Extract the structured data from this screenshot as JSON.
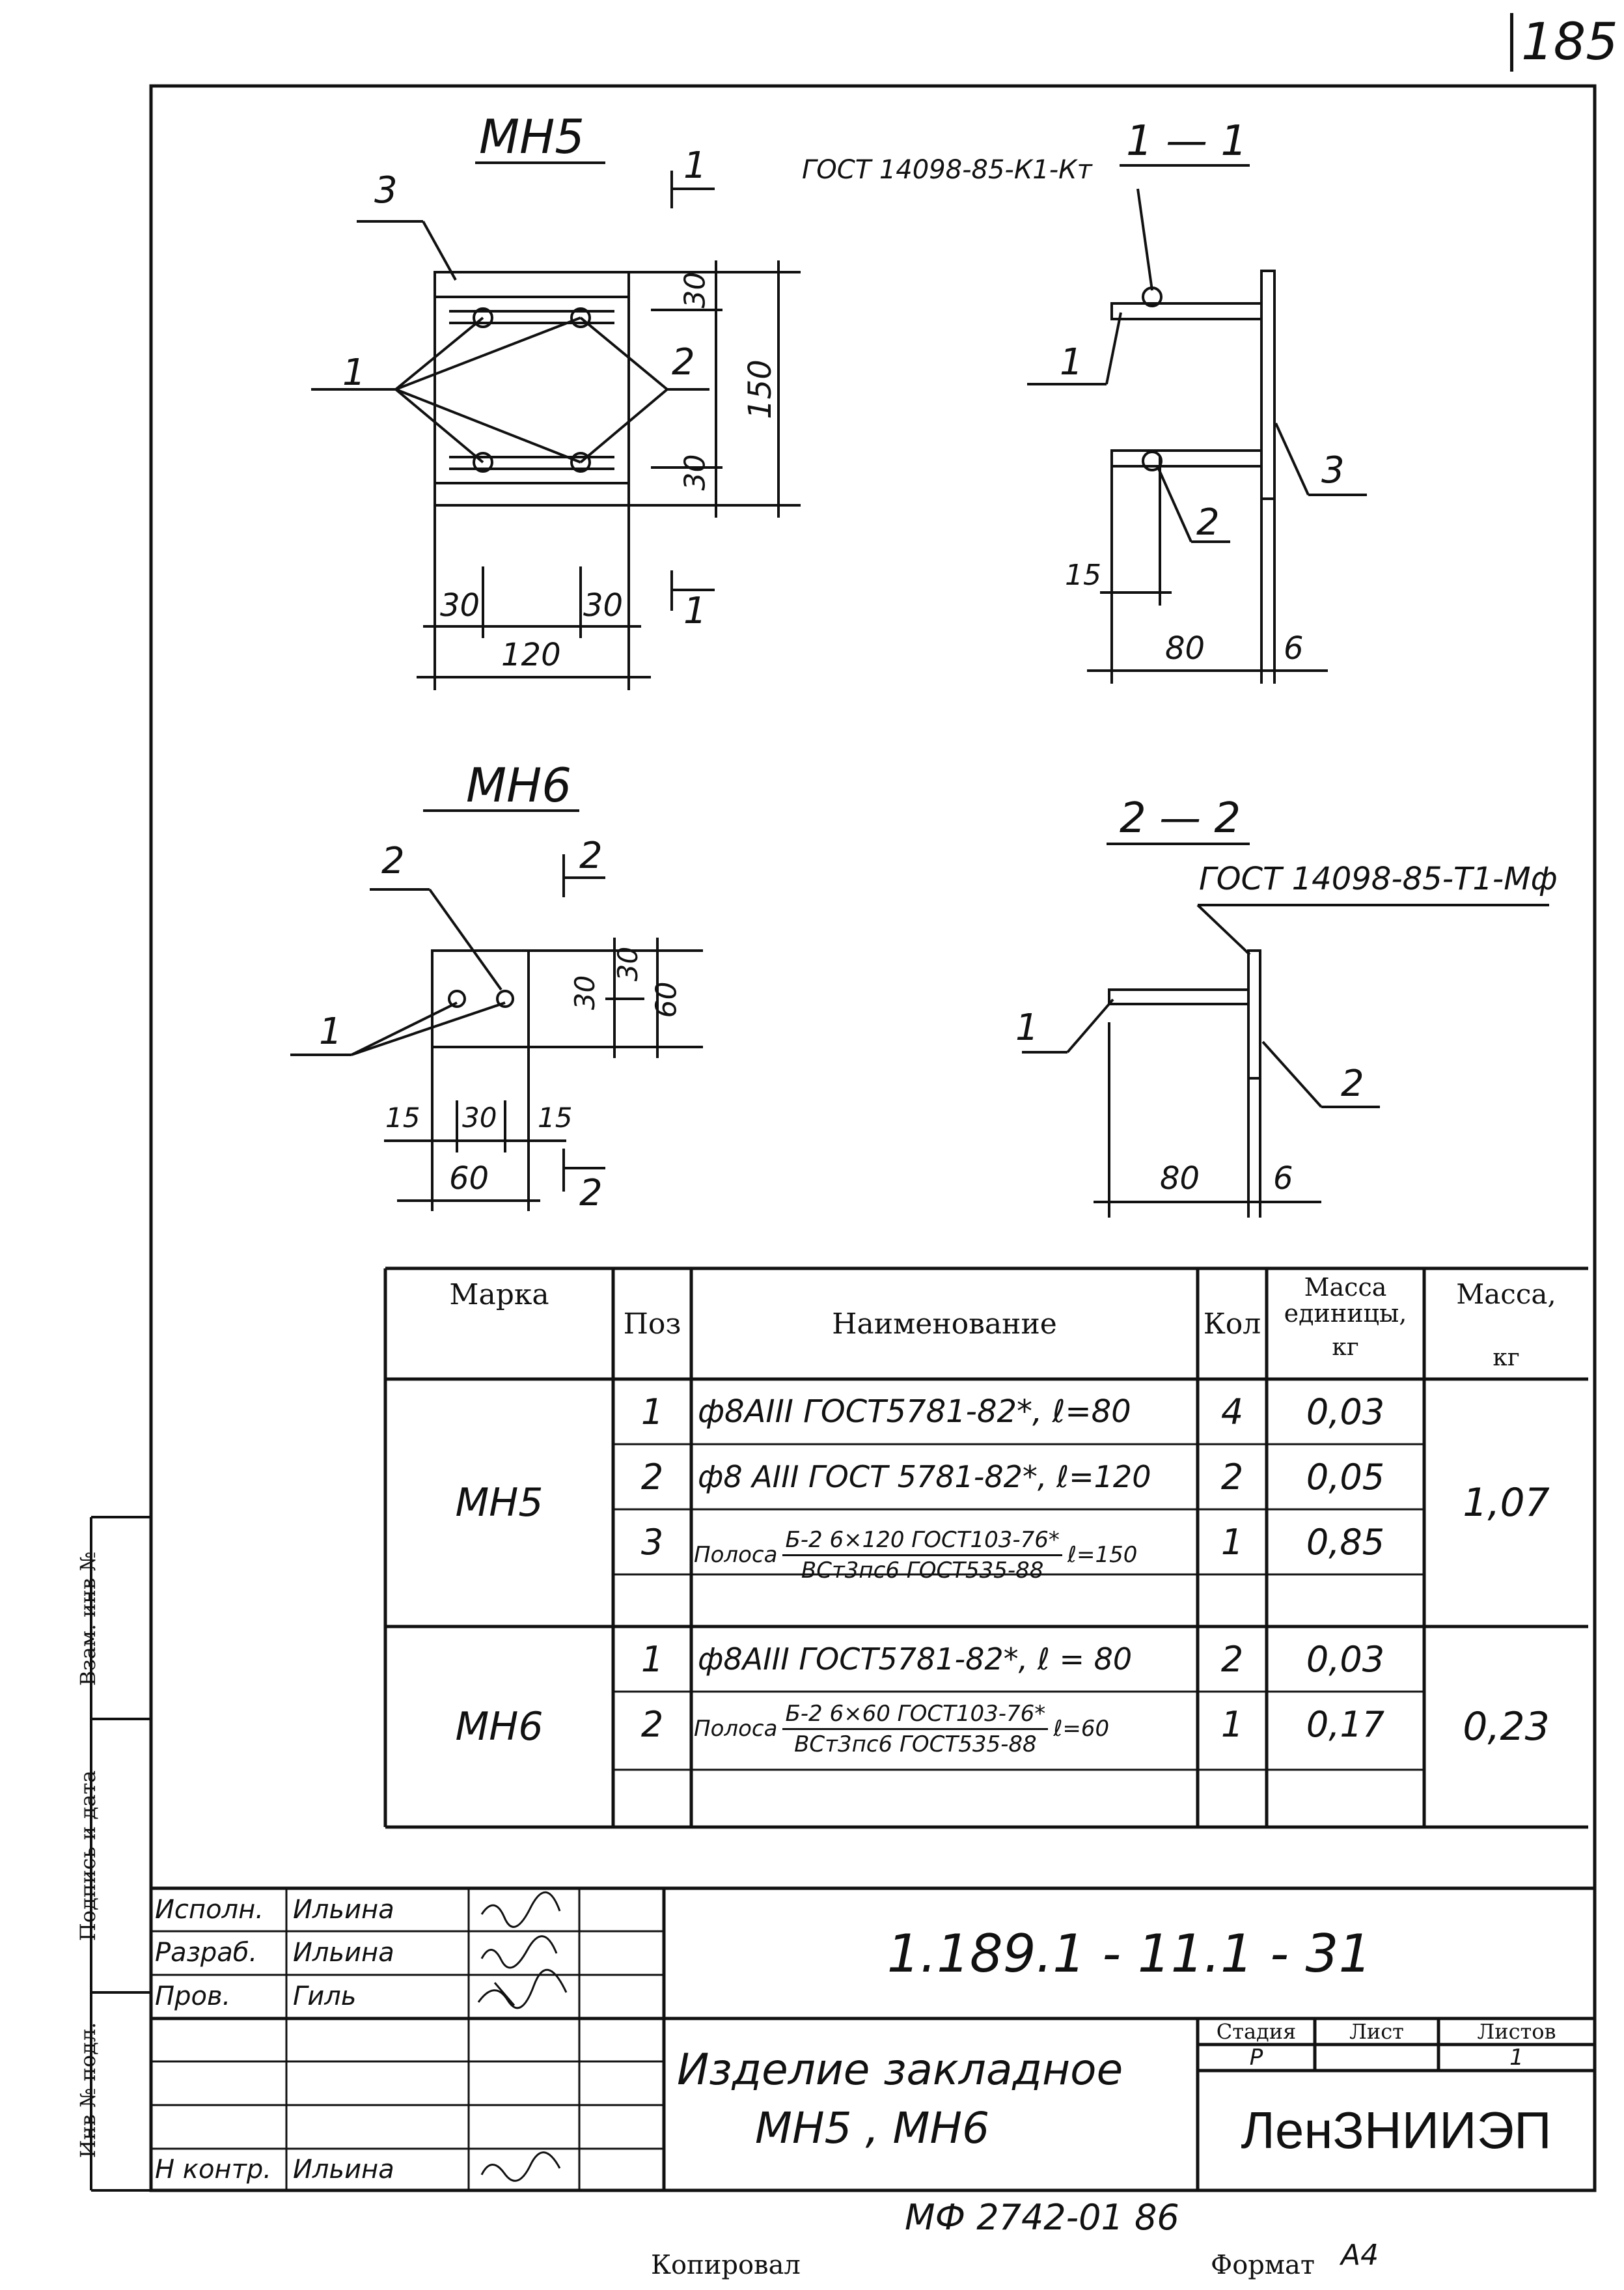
{
  "sheet_number": "185",
  "drawings": {
    "mn5_title": "МН5",
    "mn6_title": "МН6",
    "section_1_title": "1 — 1",
    "section_2_title": "2 — 2",
    "section_1_marker": "1",
    "section_2_marker": "2",
    "gost_weld_1": "ГОСТ 14098-85-К1-Кт",
    "gost_weld_2": "ГОСТ 14098-85-Т1-Мф",
    "pos_labels": [
      "1",
      "2",
      "3"
    ],
    "mn5_dims": {
      "d30": "30",
      "d150": "150",
      "d120": "120",
      "d15": "15",
      "d80": "80",
      "d6": "6"
    },
    "mn6_dims": {
      "d15": "15",
      "d30": "30",
      "d60": "60",
      "d80": "80",
      "d6": "6"
    }
  },
  "spec_table": {
    "headers": {
      "mark": "Марка",
      "pos": "Поз",
      "name": "Наименование",
      "qty": "Кол",
      "unit_mass": "Масса единицы,",
      "unit_mass_unit": "кг",
      "mass": "Масса,",
      "mass_unit": "кг"
    },
    "groups": [
      {
        "mark": "МН5",
        "total": "1,07",
        "rows": [
          {
            "pos": "1",
            "name": "ф8АIII ГОСТ5781-82*, ℓ=80",
            "qty": "4",
            "unit": "0,03"
          },
          {
            "pos": "2",
            "name": "ф8 АIII ГОСТ 5781-82*, ℓ=120",
            "qty": "2",
            "unit": "0,05"
          },
          {
            "pos": "3",
            "name_prefix": "Полоса",
            "name_num": "Б-2 6×120 ГОСТ103-76*",
            "name_den": "ВСт3пс6 ГОСТ535-88",
            "name_suffix": "ℓ=150",
            "qty": "1",
            "unit": "0,85"
          }
        ]
      },
      {
        "mark": "МН6",
        "total": "0,23",
        "rows": [
          {
            "pos": "1",
            "name": "ф8АIII ГОСТ5781-82*, ℓ = 80",
            "qty": "2",
            "unit": "0,03"
          },
          {
            "pos": "2",
            "name_prefix": "Полоса",
            "name_num": "Б-2 6×60 ГОСТ103-76*",
            "name_den": "ВСт3пс6 ГОСТ535-88",
            "name_suffix": "ℓ=60",
            "qty": "1",
            "unit": "0,17"
          }
        ]
      }
    ]
  },
  "side_stamp": {
    "inv_orig": "Инв № подл.",
    "sign_date": "Подпись и дата",
    "vzam_inv": "Взам. инв №"
  },
  "title_block": {
    "code": "1.189.1 - 11.1 - 31",
    "roles": [
      {
        "role": "Исполн.",
        "name": "Ильина"
      },
      {
        "role": "Разраб.",
        "name": "Ильина"
      },
      {
        "role": "Пров.",
        "name": "Гиль"
      },
      {
        "role": "",
        "name": ""
      },
      {
        "role": "",
        "name": ""
      },
      {
        "role": "",
        "name": ""
      },
      {
        "role": "Н контр.",
        "name": "Ильина"
      }
    ],
    "product_line1": "Изделие закладное",
    "product_line2": "МН5 , МН6",
    "stage_header": "Стадия",
    "sheet_header": "Лист",
    "sheets_header": "Листов",
    "stage_value": "Р",
    "sheets_value": "1",
    "organization": "ЛенЗНИИЭП"
  },
  "footer": {
    "doc_ref": "МФ 2742-01 86",
    "copied": "Копировал",
    "format_label": "Формат",
    "format_value": "А4"
  }
}
